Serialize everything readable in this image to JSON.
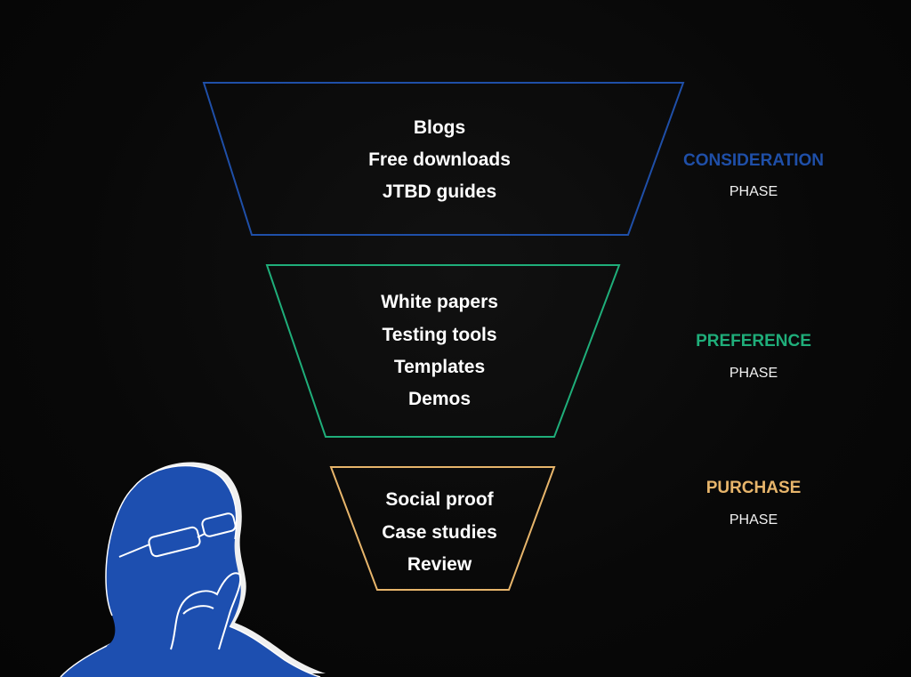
{
  "stages": [
    {
      "id": "consideration",
      "phase_title": "CONSIDERATION",
      "phase_sub": "PHASE",
      "color": "#1f4fa8",
      "items": [
        "Blogs",
        "Free downloads",
        "JTBD guides"
      ]
    },
    {
      "id": "preference",
      "phase_title": "PREFERENCE",
      "phase_sub": "PHASE",
      "color": "#1fae7a",
      "items": [
        "White papers",
        "Testing tools",
        "Templates",
        "Demos"
      ]
    },
    {
      "id": "purchase",
      "phase_title": "PURCHASE",
      "phase_sub": "PHASE",
      "color": "#e7b56b",
      "items": [
        "Social proof",
        "Case studies",
        "Review"
      ]
    }
  ],
  "illustration": {
    "icon": "thinking-person-icon",
    "fill_color": "#1d4fb0",
    "outline_color": "#ffffff"
  }
}
